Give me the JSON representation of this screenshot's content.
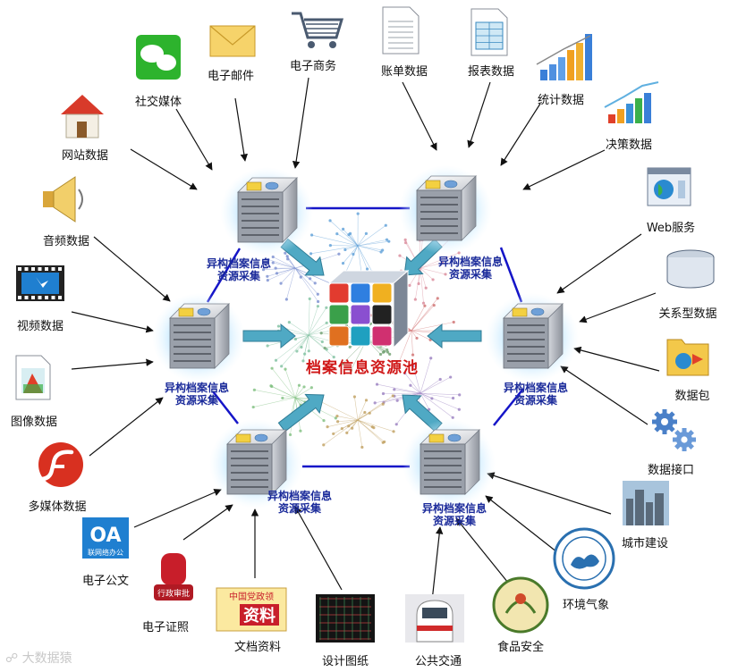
{
  "center": {
    "label": "档案信息资源池"
  },
  "nodes": [
    {
      "id": "n1",
      "l1": "异构档案信息",
      "l2": "资源采集"
    },
    {
      "id": "n2",
      "l1": "异构档案信息",
      "l2": "资源采集"
    },
    {
      "id": "n3",
      "l1": "异构档案信息",
      "l2": "资源采集"
    },
    {
      "id": "n4",
      "l1": "异构档案信息",
      "l2": "资源采集"
    },
    {
      "id": "n5",
      "l1": "异构档案信息",
      "l2": "资源采集"
    },
    {
      "id": "n6",
      "l1": "异构档案信息",
      "l2": "资源采集"
    }
  ],
  "sources": [
    {
      "id": "s1",
      "label": "社交媒体",
      "icon": "wechat-icon"
    },
    {
      "id": "s2",
      "label": "电子邮件",
      "icon": "envelope-icon"
    },
    {
      "id": "s3",
      "label": "电子商务",
      "icon": "shopping-cart-icon"
    },
    {
      "id": "s4",
      "label": "账单数据",
      "icon": "document-icon"
    },
    {
      "id": "s5",
      "label": "报表数据",
      "icon": "spreadsheet-icon"
    },
    {
      "id": "s6",
      "label": "统计数据",
      "icon": "bar-chart-icon"
    },
    {
      "id": "s7",
      "label": "决策数据",
      "icon": "chart-icon"
    },
    {
      "id": "s8",
      "label": "网站数据",
      "icon": "house-icon"
    },
    {
      "id": "s9",
      "label": "Web服务",
      "icon": "web-window-icon"
    },
    {
      "id": "s10",
      "label": "音频数据",
      "icon": "speaker-icon"
    },
    {
      "id": "s11",
      "label": "关系型数据",
      "icon": "database-icon"
    },
    {
      "id": "s12",
      "label": "视频数据",
      "icon": "film-icon"
    },
    {
      "id": "s13",
      "label": "数据包",
      "icon": "folder-icon"
    },
    {
      "id": "s14",
      "label": "图像数据",
      "icon": "image-file-icon"
    },
    {
      "id": "s15",
      "label": "数据接口",
      "icon": "gears-icon"
    },
    {
      "id": "s16",
      "label": "多媒体数据",
      "icon": "flash-icon"
    },
    {
      "id": "s17",
      "label": "城市建设",
      "icon": "city-icon"
    },
    {
      "id": "s18",
      "label": "电子公文",
      "icon": "oa-icon"
    },
    {
      "id": "s19",
      "label": "环境气象",
      "icon": "weather-seal-icon"
    },
    {
      "id": "s20",
      "label": "电子证照",
      "icon": "stamp-icon"
    },
    {
      "id": "s21",
      "label": "文档资料",
      "icon": "document-cover-icon"
    },
    {
      "id": "s22",
      "label": "设计图纸",
      "icon": "blueprint-icon"
    },
    {
      "id": "s23",
      "label": "公共交通",
      "icon": "train-icon"
    },
    {
      "id": "s24",
      "label": "食品安全",
      "icon": "food-safety-icon"
    }
  ],
  "oa_badge": {
    "text": "OA",
    "sub": "联网络办公"
  },
  "doc_cover": {
    "title": "中国党政领",
    "big": "资料"
  },
  "stamp_text": "行政审批",
  "watermark": "大数据猿",
  "colors": {
    "hex_line": "#1515c8",
    "arrow": "#4fa9c4",
    "node_label": "#1a2a9a",
    "center_label": "#d01818"
  }
}
